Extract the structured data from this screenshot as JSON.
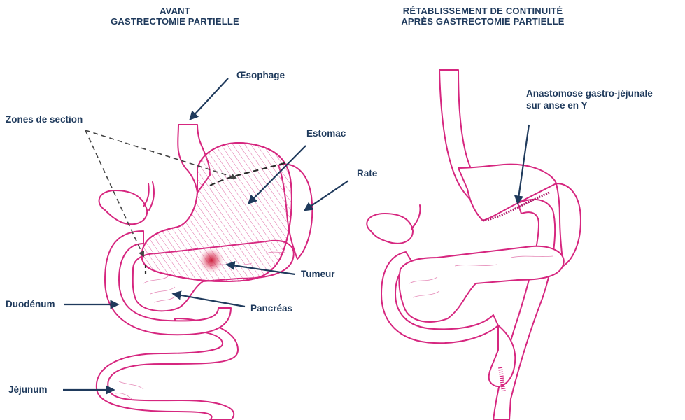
{
  "titles": {
    "left_line1": "AVANT",
    "left_line2": "GASTRECTOMIE PARTIELLE",
    "right_line1": "RÉTABLISSEMENT DE CONTINUITÉ",
    "right_line2": "APRÈS GASTRECTOMIE PARTIELLE"
  },
  "labels": {
    "oesophage": "Œsophage",
    "zones_section": "Zones de section",
    "estomac": "Estomac",
    "rate": "Rate",
    "tumeur": "Tumeur",
    "duodenum": "Duodénum",
    "pancreas": "Pancréas",
    "jejunum": "Jéjunum",
    "anastomose_line1": "Anastomose gastro-jéjunale",
    "anastomose_line2": "sur anse en Y"
  },
  "colors": {
    "organ_outline": "#d6267f",
    "label_text": "#1f3a5c",
    "tumor": "#c8102e"
  }
}
